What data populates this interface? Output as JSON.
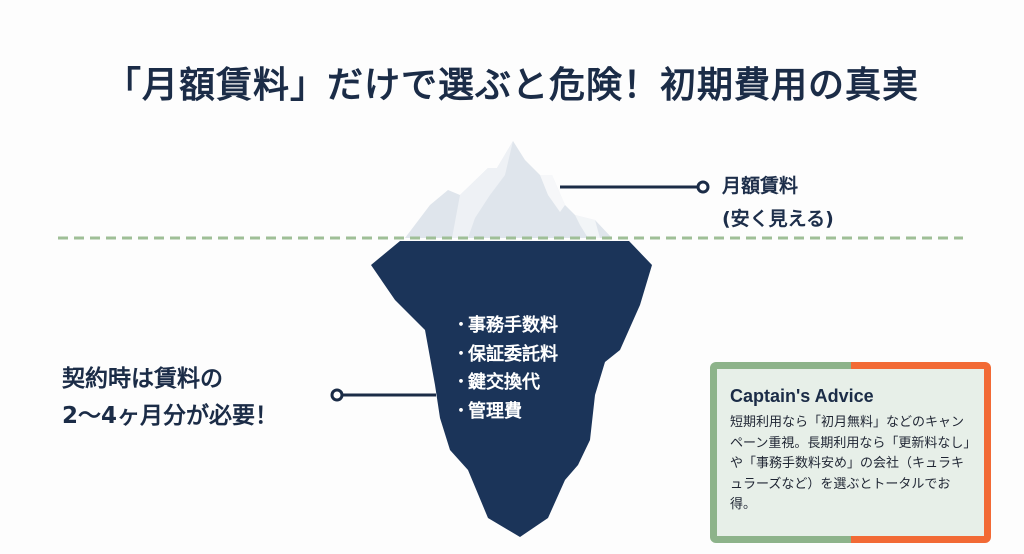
{
  "title": "「月額賃料」だけで選ぶと危険！初期費用の真実",
  "iceberg": {
    "tip_label": {
      "line1": "月額賃料",
      "line2": "(安く見える)"
    },
    "hidden_costs": [
      {
        "bullet": "・",
        "label": "事務手数料"
      },
      {
        "bullet": "・",
        "label": "保証委託料"
      },
      {
        "bullet": "・",
        "label": "鍵交換代"
      },
      {
        "bullet": "・",
        "label": "管理費"
      }
    ],
    "waterline_style": "dashed"
  },
  "left_callout": {
    "line1": "契約時は賃料の",
    "line2": "2〜4ヶ月分が必要！"
  },
  "advice": {
    "title": "Captain's Advice",
    "body": "短期利用なら「初月無料」などのキャンペーン重視。長期利用なら「更新料なし」や「事務手数料安め」の会社（キュラキュラーズなど）を選ぶとトータルでお得。"
  },
  "colors": {
    "navy": "#1b2c47",
    "iceberg_tip": "#dfe5ec",
    "waterline": "#9fbf97",
    "advice_green": "#8db38a",
    "advice_orange": "#f26a35",
    "advice_bg": "#e7efe8"
  }
}
